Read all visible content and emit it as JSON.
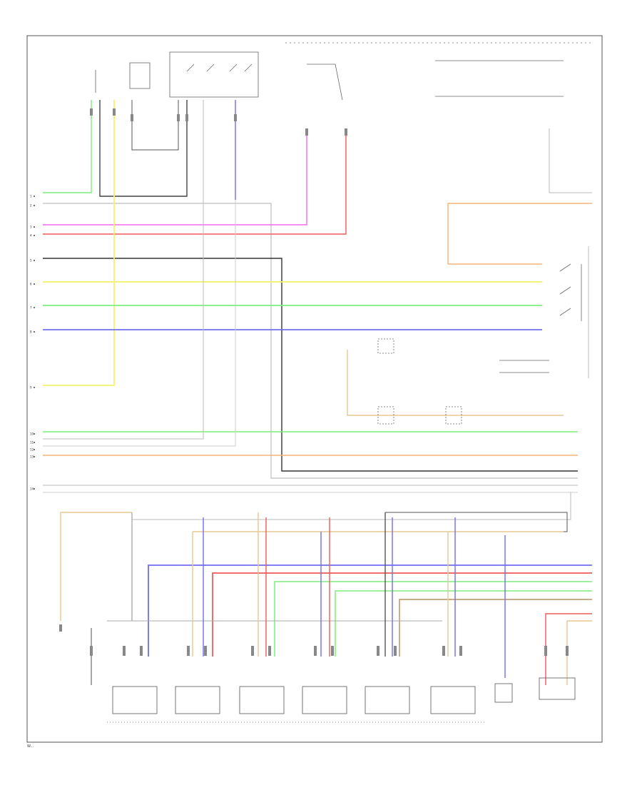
{
  "footer_code": "W...",
  "pins_left": [
    "1",
    "2",
    "3",
    "4",
    "5",
    "6",
    "7",
    "8",
    "9",
    "10",
    "11",
    "12",
    "13",
    "14"
  ],
  "wire_colors": {
    "yellow": "#f3f36a",
    "green": "#7cef7c",
    "blue": "#6f6ff2",
    "magenta": "#f06af0",
    "red": "#f05a5a",
    "orange": "#f6b37a",
    "tan": "#e7c891",
    "gray": "#bdbdbd",
    "black": "#333333",
    "brown": "#b07b3f"
  }
}
